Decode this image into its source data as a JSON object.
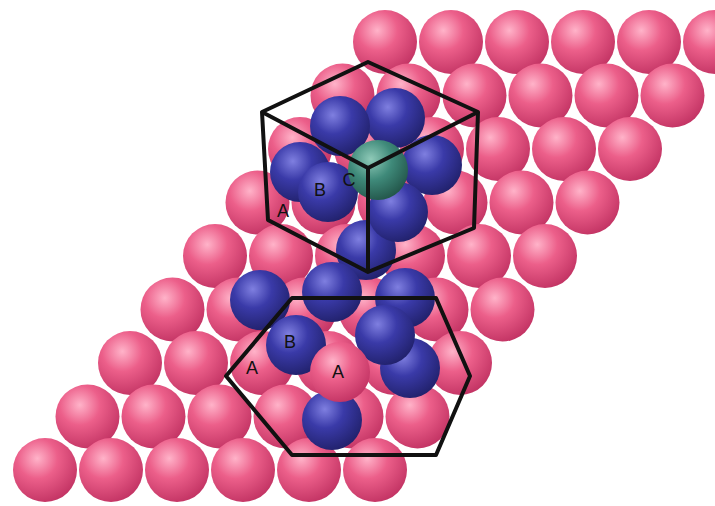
{
  "diagram": {
    "labels": [
      "A",
      "B",
      "C",
      "A",
      "B",
      "A"
    ]
  }
}
